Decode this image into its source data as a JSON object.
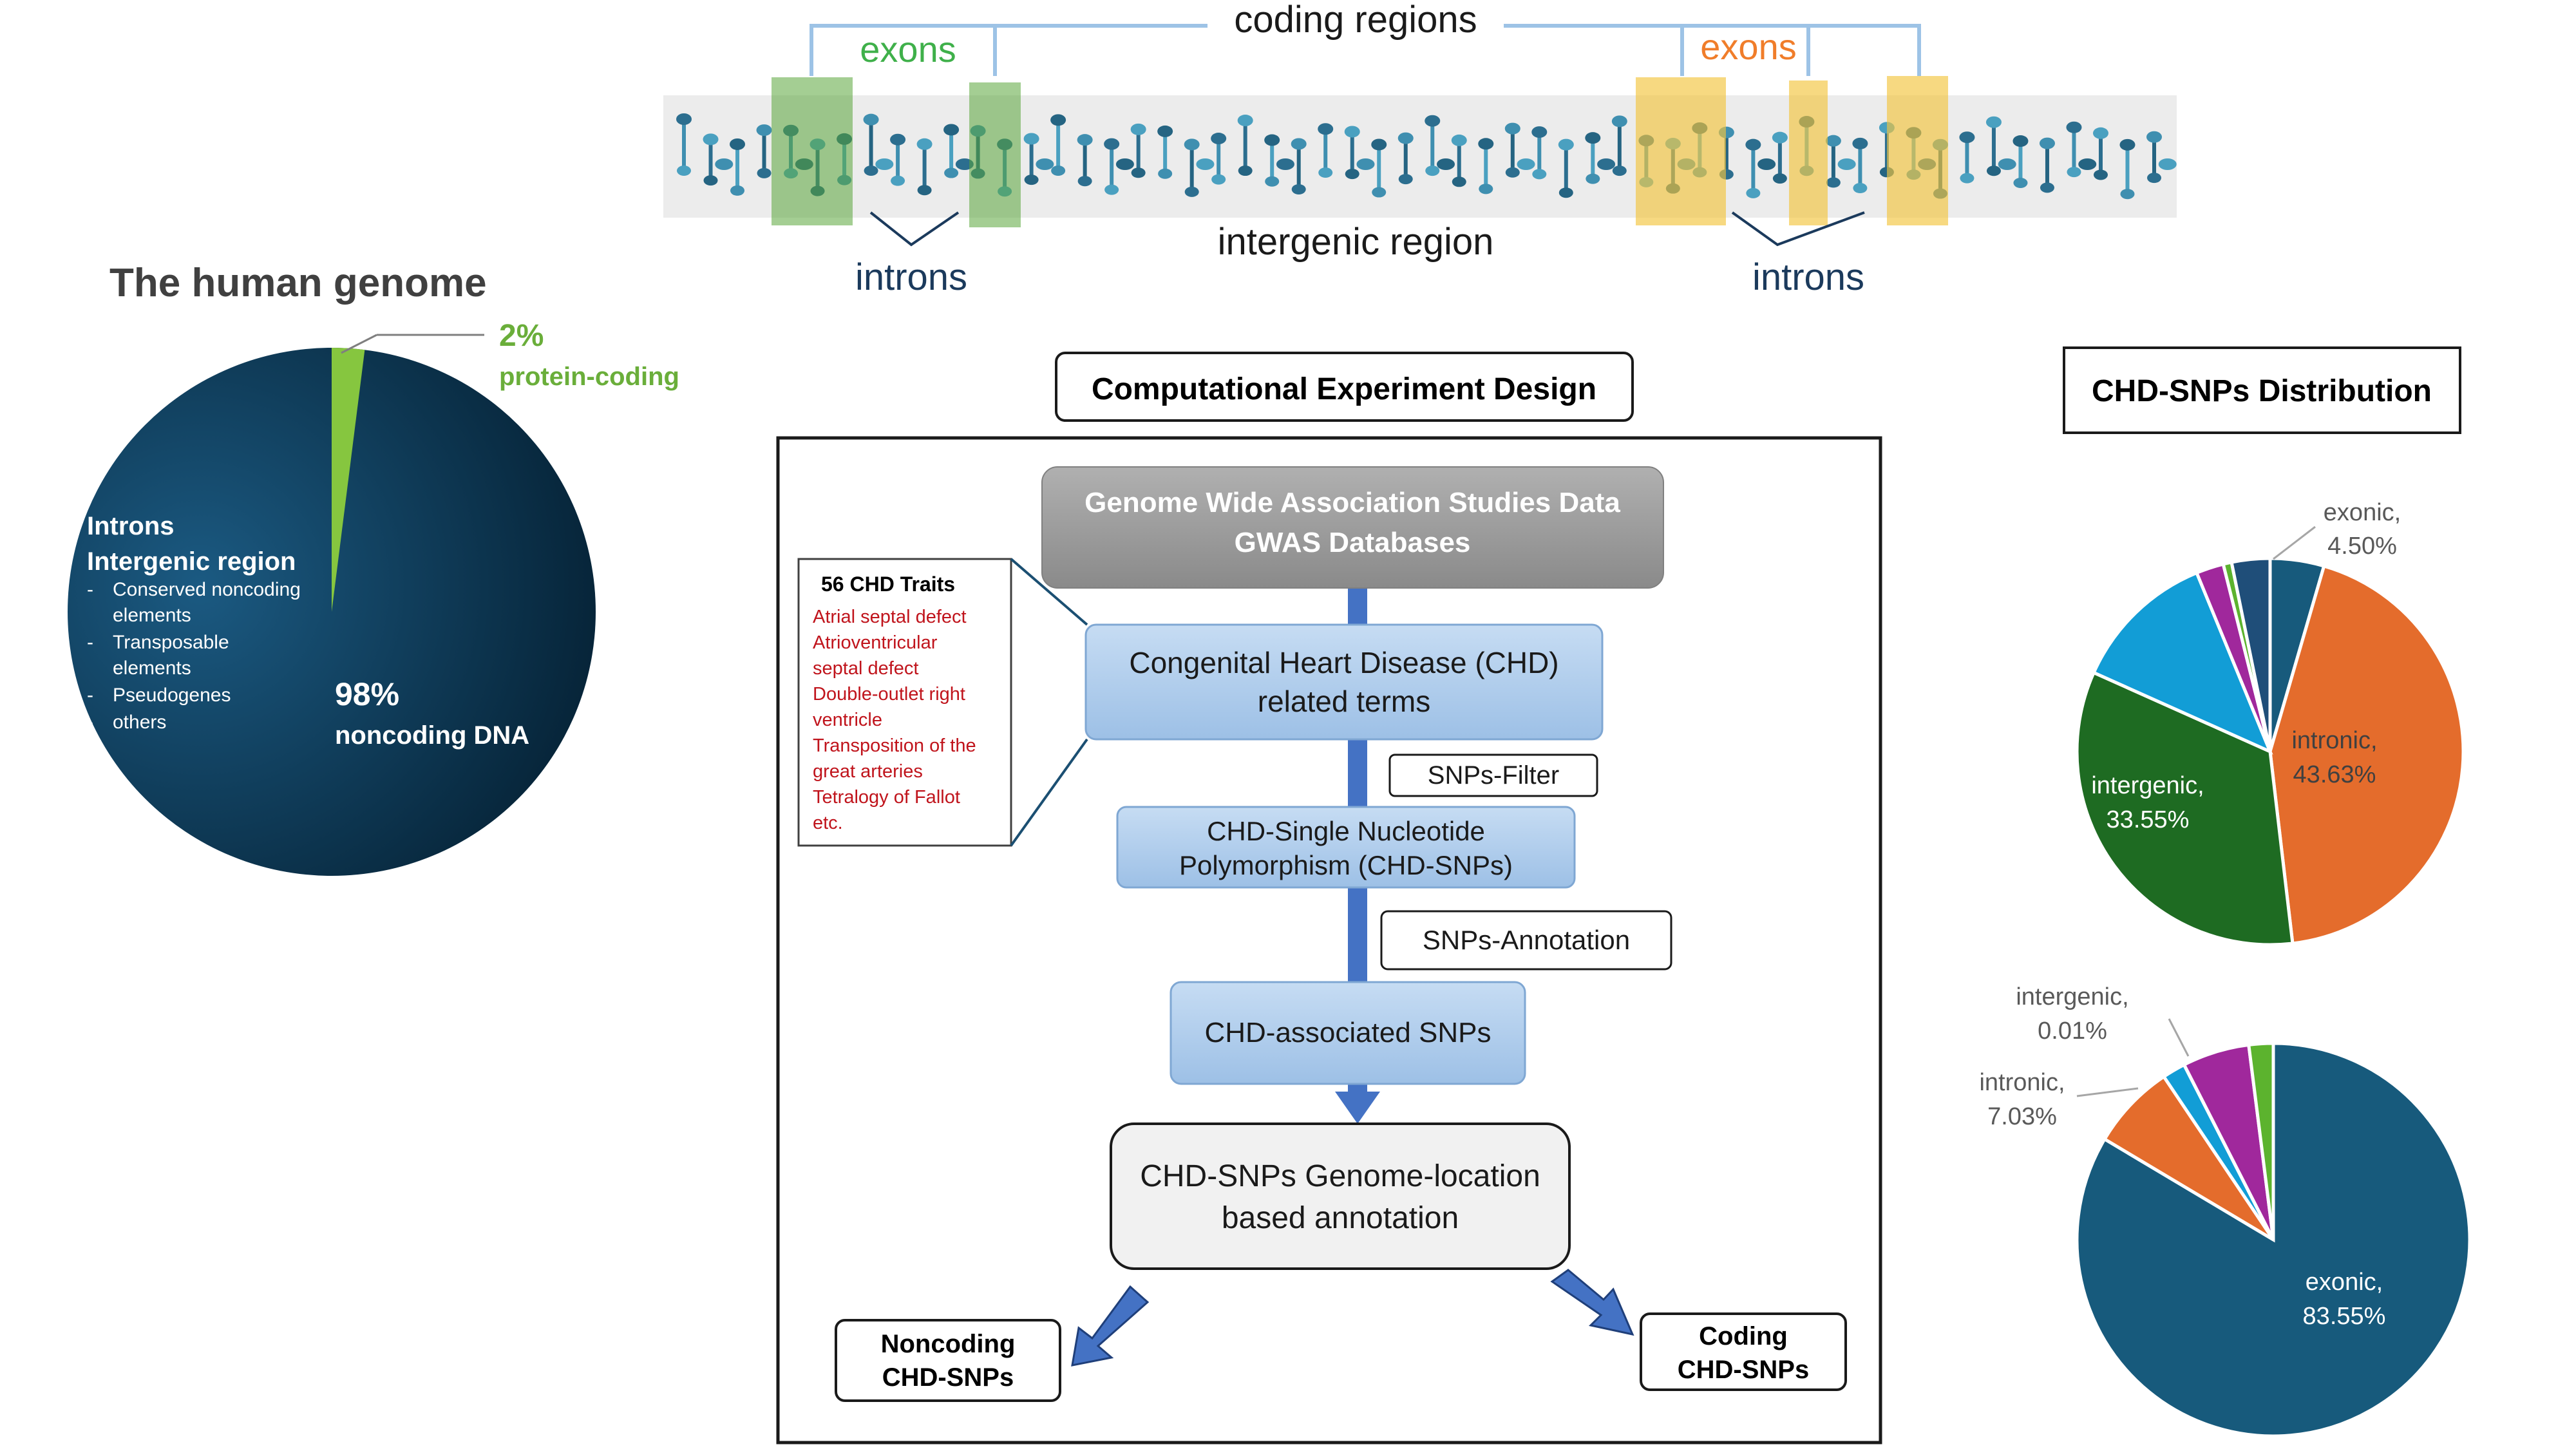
{
  "colors": {
    "navy": "#1b3a5c",
    "genome_blue": "#16557a",
    "genome_dark": "#06283d",
    "coding_green": "#86c63f",
    "exon_green": "#5aa63a",
    "exon_orange": "#f2922e",
    "exon_yellow": "#f2c53d",
    "trait_red": "#c0141c",
    "box_blue": "#a9c8ea",
    "arrow_blue": "#4472c4",
    "gray_box": "#9c9c9c",
    "seg_dark": "#1f4e79",
    "seg_blue2": "#175a7c",
    "seg_orange": "#e46c2c",
    "seg_green": "#1e6b22",
    "seg_cyan": "#129dd6",
    "seg_purple": "#a0289c",
    "seg_lime": "#5cb32e"
  },
  "dna": {
    "coding_regions": "coding regions",
    "exons_left": "exons",
    "exons_right": "exons",
    "introns_left": "introns",
    "introns_right": "introns",
    "intergenic_region": "intergenic region"
  },
  "genome": {
    "title": "The human genome",
    "coding_percent": "2%",
    "coding_label": "protein-coding",
    "noncoding_percent": "98%",
    "noncoding_label": "noncoding DNA",
    "introns_title": "Introns",
    "intergenic_title": "Intergenic region",
    "items": [
      {
        "bullet": "-",
        "line1": "Conserved noncoding",
        "line2": "elements"
      },
      {
        "bullet": "-",
        "line1": "Transposable",
        "line2": "elements"
      },
      {
        "bullet": "-",
        "line1": "Pseudogenes",
        "line2": ""
      },
      {
        "bullet": "-",
        "line1": "others",
        "line2": ""
      }
    ],
    "coding_fraction": 0.02
  },
  "design": {
    "title": "Computational Experiment Design",
    "gwas_line1": "Genome Wide Association Studies Data",
    "gwas_line2": "GWAS Databases",
    "traits_title": "56 CHD Traits",
    "traits": [
      "Atrial septal defect",
      "Atrioventricular",
      "septal defect",
      "Double-outlet right",
      "ventricle",
      "Transposition of the",
      "great arteries",
      "Tetralogy of Fallot",
      "etc."
    ],
    "chd_line1": "Congenital Heart Disease (CHD)",
    "chd_line2": "related terms",
    "filter_label": "SNPs-Filter",
    "snp_line1": "CHD-Single Nucleotide",
    "snp_line2": "Polymorphism (CHD-SNPs)",
    "annotation_label": "SNPs-Annotation",
    "assoc_label": "CHD-associated SNPs",
    "genome_loc_line1": "CHD-SNPs Genome-location",
    "genome_loc_line2": "based annotation",
    "noncoding_line1": "Noncoding",
    "noncoding_line2": "CHD-SNPs",
    "coding_line1": "Coding",
    "coding_line2": "CHD-SNPs"
  },
  "distribution": {
    "title": "CHD-SNPs Distribution"
  },
  "chart_data": [
    {
      "type": "pie",
      "title": "CHD-SNPs Distribution",
      "slices": [
        {
          "label": "exonic",
          "value": 4.5,
          "color": "#175a7c",
          "labeled": true,
          "text_label": "exonic,",
          "text_value": "4.50%"
        },
        {
          "label": "intronic",
          "value": 43.63,
          "color": "#e46c2c",
          "labeled": true,
          "text_label": "intronic,",
          "text_value": "43.63%"
        },
        {
          "label": "intergenic",
          "value": 33.55,
          "color": "#1e6b22",
          "labeled": true,
          "text_label": "intergenic,",
          "text_value": "33.55%"
        },
        {
          "label": "",
          "value": 12.1,
          "color": "#129dd6",
          "labeled": false
        },
        {
          "label": "",
          "value": 2.3,
          "color": "#a0289c",
          "labeled": false
        },
        {
          "label": "",
          "value": 0.7,
          "color": "#5cb32e",
          "labeled": false
        },
        {
          "label": "",
          "value": 3.2,
          "color": "#1f4e79",
          "labeled": false
        }
      ]
    },
    {
      "type": "pie",
      "title": "",
      "slices": [
        {
          "label": "exonic",
          "value": 83.55,
          "color": "#175a7c",
          "labeled": true,
          "text_label": "exonic,",
          "text_value": "83.55%"
        },
        {
          "label": "intronic",
          "value": 7.03,
          "color": "#e46c2c",
          "labeled": true,
          "text_label": "intronic,",
          "text_value": "7.03%"
        },
        {
          "label": "",
          "value": 1.9,
          "color": "#129dd6",
          "labeled": false
        },
        {
          "label": "intergenic",
          "value": 0.01,
          "color": "#1e6b22",
          "labeled": true,
          "text_label": "intergenic,",
          "text_value": "0.01%"
        },
        {
          "label": "",
          "value": 5.5,
          "color": "#a0289c",
          "labeled": false
        },
        {
          "label": "",
          "value": 2.0,
          "color": "#5cb32e",
          "labeled": false
        }
      ]
    }
  ]
}
